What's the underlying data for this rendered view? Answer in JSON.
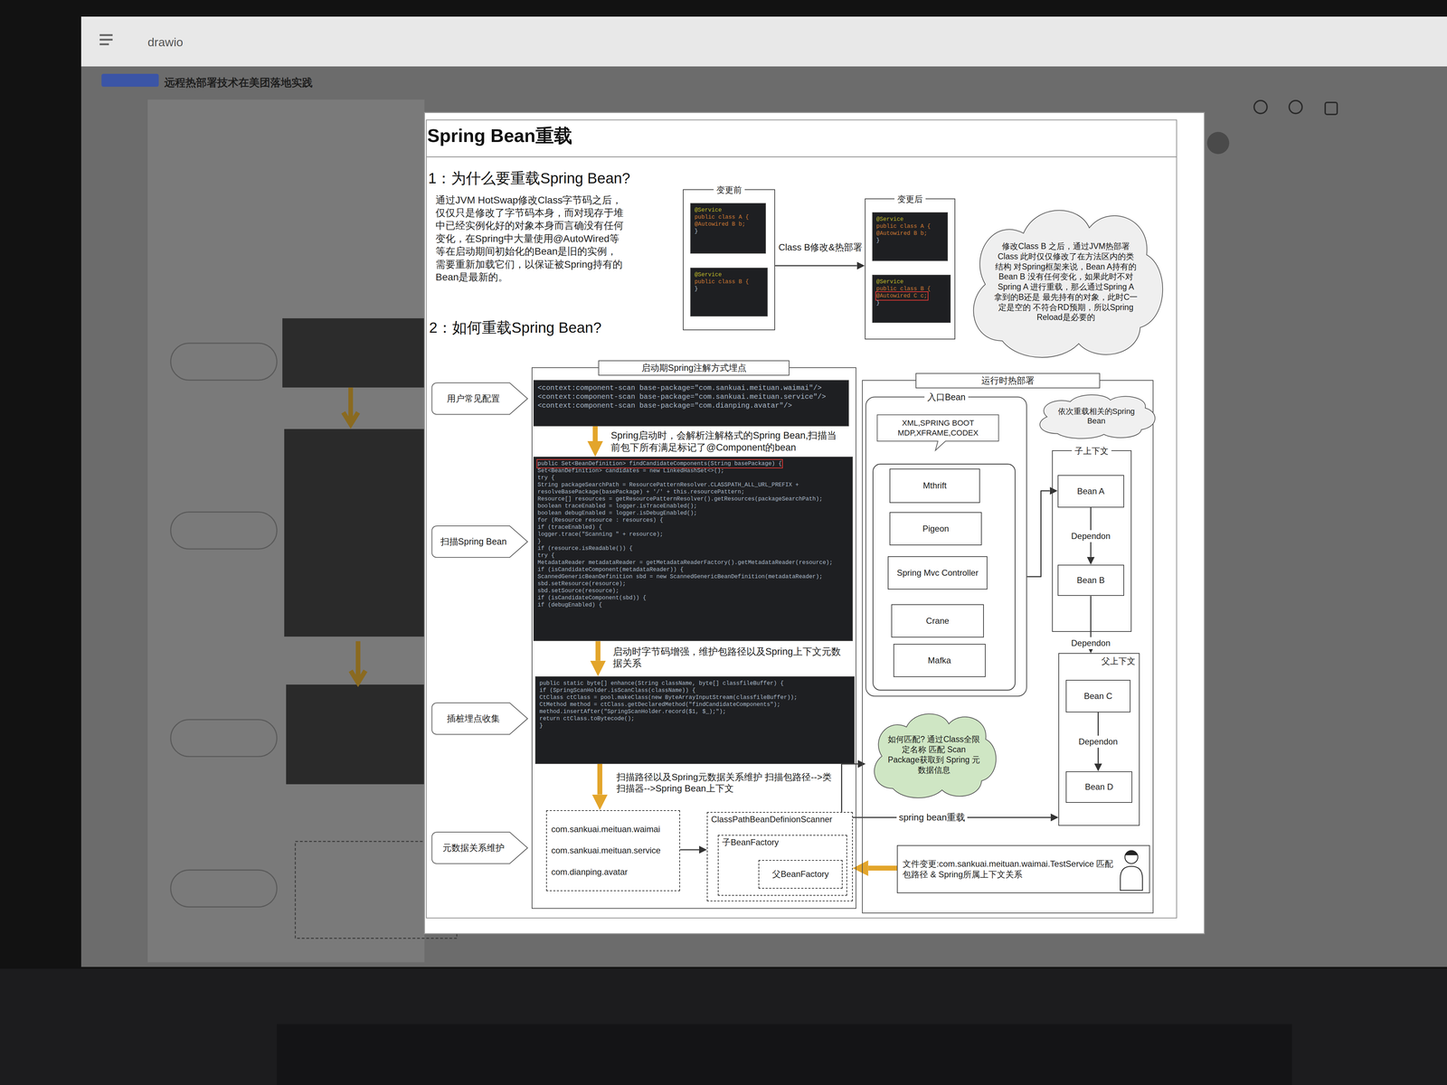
{
  "diagram": {
    "title": "Spring Bean重载",
    "nodes": [
      {
        "text": [
          "变更前"
        ]
      },
      {
        "text": [
          "@Service",
          "public class A {",
          "@Autowired B b;",
          "}"
        ],
        "in": 0
      },
      {
        "text": [
          "@Service",
          "public class B {",
          "}"
        ],
        "in": 0
      },
      {
        "text": [
          "变更后"
        ]
      },
      {
        "text": [
          "@Service",
          "public class A {",
          "@Autowired B b;",
          "}"
        ],
        "in": 3
      },
      {
        "text": [
          "@Service",
          "public class B {",
          "@Autowired C c;",
          "}"
        ],
        "in": 3
      },
      {
        "text": [
          "修改Class B 之后，通过JVM热部署Class 此时仅仅修改了在方法区内的类结构 对Spring框架来说，Bean A持有的Bean B 没有任何变化，如果此时不对Spring A 进行重载，那么通过Spring A拿到的B还是 最先持有的对象，此时C一定是空的 不符合RD预期，所以Spring Reload是必要的"
        ]
      },
      {
        "text": [
          "用户常见配置"
        ]
      },
      {
        "text": [
          "扫描Spring Bean"
        ]
      },
      {
        "text": [
          "插桩埋点收集"
        ]
      },
      {
        "text": [
          "元数据关系维护"
        ]
      },
      {
        "text": [
          "启动期Spring注解方式埋点"
        ]
      },
      {
        "text": [
          "<context:component-scan base-package=\"com.sankuai.meituan.waimai\"/>",
          "<context:component-scan base-package=\"com.sankuai.meituan.service\"/>",
          "<context:component-scan base-package=\"com.dianping.avatar\"/>"
        ],
        "in": 11
      },
      {
        "text": [
          "public Set<BeanDefinition> findCandidateComponents(String basePackage) {",
          "Set<BeanDefinition> candidates = new LinkedHashSet<>();",
          "try {",
          "String packageSearchPath = ResourcePatternResolver.CLASSPATH_ALL_URL_PREFIX +",
          "resolveBasePackage(basePackage) + '/' + this.resourcePattern;",
          "Resource[] resources = getResourcePatternResolver().getResources(packageSearchPath);",
          "boolean traceEnabled = logger.isTraceEnabled();",
          "boolean debugEnabled = logger.isDebugEnabled();",
          "for (Resource resource : resources) {",
          "if (traceEnabled) {",
          "logger.trace(\"Scanning \" + resource);",
          "}",
          "if (resource.isReadable()) {",
          "try {",
          "MetadataReader metadataReader = getMetadataReaderFactory().getMetadataReader(resource);",
          "if (isCandidateComponent(metadataReader)) {",
          "ScannedGenericBeanDefinition sbd = new ScannedGenericBeanDefinition(metadataReader);",
          "sbd.setResource(resource);",
          "sbd.setSource(resource);",
          "if (isCandidateComponent(sbd)) {",
          "if (debugEnabled) {"
        ],
        "in": 11
      },
      {
        "text": [
          "public static byte[] enhance(String className, byte[] classfileBuffer) {",
          "if (SpringScanHolder.isScanClass(className)) {",
          "CtClass ctClass = pool.makeClass(new ByteArrayInputStream(classfileBuffer));",
          "CtMethod method = ctClass.getDeclaredMethod(\"findCandidateComponents\");",
          "method.insertAfter(\"SpringScanHolder.record($1, $_);\");",
          "return ctClass.toBytecode();",
          "}"
        ],
        "in": 11
      },
      {
        "text": [
          "com.sankuai.meituan.waimai",
          "com.sankuai.meituan.service",
          "com.dianping.avatar"
        ],
        "in": 11
      },
      {
        "text": [
          "ClassPathBeanDefinionScanner"
        ],
        "in": 11
      },
      {
        "text": [
          "子BeanFactory"
        ],
        "in": 16
      },
      {
        "text": [
          "父BeanFactory"
        ],
        "in": 17
      },
      {
        "text": [
          "运行时热部署"
        ]
      },
      {
        "text": [
          "入口Bean"
        ],
        "in": 19
      },
      {
        "text": [
          "XML,SPRING BOOT MDP,XFRAME,CODEX"
        ],
        "in": 20
      },
      {
        "text": [
          "Mthrift"
        ],
        "in": 20
      },
      {
        "text": [
          "Pigeon"
        ],
        "in": 20
      },
      {
        "text": [
          "Spring Mvc Controller"
        ],
        "in": 20
      },
      {
        "text": [
          "Crane"
        ],
        "in": 20
      },
      {
        "text": [
          "Mafka"
        ],
        "in": 20
      },
      {
        "text": [
          "依次重载相关的Spring Bean"
        ],
        "in": 19
      },
      {
        "text": [
          "子上下文"
        ],
        "in": 19
      },
      {
        "text": [
          "Bean A"
        ],
        "in": 28
      },
      {
        "text": [
          "Bean B"
        ],
        "in": 28
      },
      {
        "text": [
          "父上下文"
        ],
        "in": 19
      },
      {
        "text": [
          "Bean C"
        ],
        "in": 31
      },
      {
        "text": [
          "Bean D"
        ],
        "in": 31
      },
      {
        "text": [
          "如何匹配? 通过Class全限定名称 匹配 Scan Package获取到 Spring 元数据信息"
        ],
        "in": 19
      },
      {
        "text": [
          "文件变更:com.sankuai.meituan.waimai.TestService 匹配包路径 & Spring所属上下文关系"
        ],
        "in": 19
      }
    ],
    "edges": [
      {
        "from": 0,
        "to": 3,
        "label": "Class B修改&热部署",
        "arrow": "to"
      },
      {
        "from": 12,
        "to": 13,
        "label": "Spring启动时，会解析注解格式的Spring Bean,扫描当前包下所有满足标记了@Component的bean",
        "arrow": "to"
      },
      {
        "from": 13,
        "to": 14,
        "label": "启动时字节码增强，维护包路径以及Spring上下文元数据关系",
        "arrow": "to"
      },
      {
        "from": 14,
        "to": 15,
        "label": "扫描路径以及Spring元数据关系维护 扫描包路径-->类扫描器-->Spring Bean上下文",
        "arrow": "to"
      },
      {
        "from": 15,
        "to": 16,
        "arrow": "to"
      },
      {
        "from": 35,
        "to": 16,
        "arrow": "to"
      },
      {
        "from": 16,
        "to": 31,
        "label": "spring bean重载",
        "arrow": "to"
      },
      {
        "from": 16,
        "to": 34,
        "arrow": "to"
      },
      {
        "from": 20,
        "to": 29,
        "arrow": "to"
      },
      {
        "from": 29,
        "to": 30,
        "label": "Dependon",
        "arrow": "to"
      },
      {
        "from": 30,
        "to": 31,
        "label": "Dependon",
        "arrow": "to"
      },
      {
        "from": 32,
        "to": 33,
        "label": "Dependon",
        "arrow": "to"
      }
    ],
    "labels": [
      "drawio",
      "远程热部署技术在美团落地实践",
      "1：为什么要重载Spring Bean?",
      "通过JVM HotSwap修改Class字节码之后，仅仅只是修改了字节码本身，而对现存于堆中已经实例化好的对象本身而言确没有任何变化，在Spring中大量使用@AutoWired等等在启动期间初始化的Bean是旧的实例，需要重新加载它们，以保证被Spring持有的Bean是最新的。",
      "2：如何重载Spring Bean?"
    ]
  }
}
